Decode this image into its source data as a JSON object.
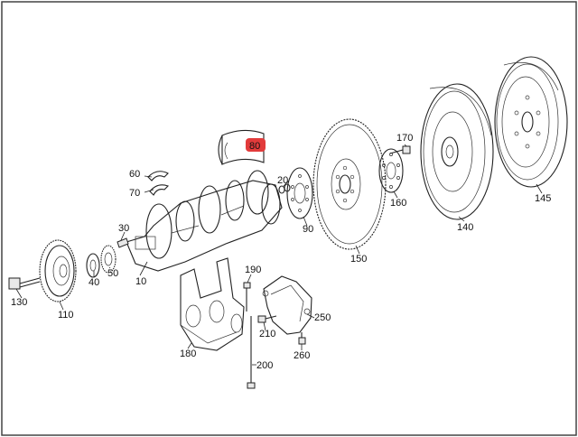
{
  "diagram": {
    "parts": [
      {
        "id": "p10",
        "label": "10"
      },
      {
        "id": "p20",
        "label": "20"
      },
      {
        "id": "p30",
        "label": "30"
      },
      {
        "id": "p40",
        "label": "40"
      },
      {
        "id": "p50",
        "label": "50"
      },
      {
        "id": "p60",
        "label": "60"
      },
      {
        "id": "p70",
        "label": "70"
      },
      {
        "id": "p80",
        "label": "80",
        "highlighted": true
      },
      {
        "id": "p90",
        "label": "90"
      },
      {
        "id": "p110",
        "label": "110"
      },
      {
        "id": "p130",
        "label": "130"
      },
      {
        "id": "p140",
        "label": "140"
      },
      {
        "id": "p145",
        "label": "145"
      },
      {
        "id": "p150",
        "label": "150"
      },
      {
        "id": "p160",
        "label": "160"
      },
      {
        "id": "p170",
        "label": "170"
      },
      {
        "id": "p180",
        "label": "180"
      },
      {
        "id": "p190",
        "label": "190"
      },
      {
        "id": "p200",
        "label": "200"
      },
      {
        "id": "p210",
        "label": "210"
      },
      {
        "id": "p250",
        "label": "250"
      },
      {
        "id": "p260",
        "label": "260"
      }
    ],
    "highlight_color": "#e23b3b",
    "line_color": "#222222"
  }
}
